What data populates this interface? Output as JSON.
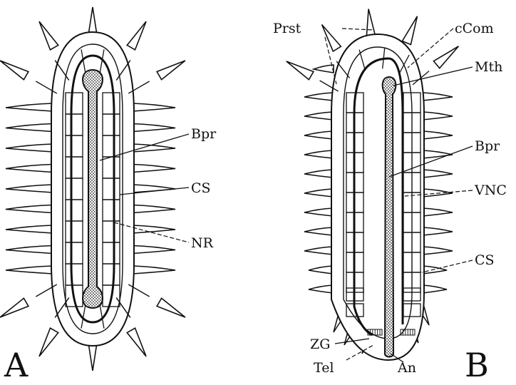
{
  "figure": {
    "panel_a": {
      "letter": "A",
      "labels": {
        "bpr": "Bpr",
        "cs": "CS",
        "nr": "NR"
      }
    },
    "panel_b": {
      "letter": "B",
      "labels": {
        "prst": "Prst",
        "ccom": "cCom",
        "mth": "Mth",
        "bpr": "Bpr",
        "vnc": "VNC",
        "cs": "CS",
        "zg": "ZG",
        "tel": "Tel",
        "an": "An"
      }
    }
  }
}
